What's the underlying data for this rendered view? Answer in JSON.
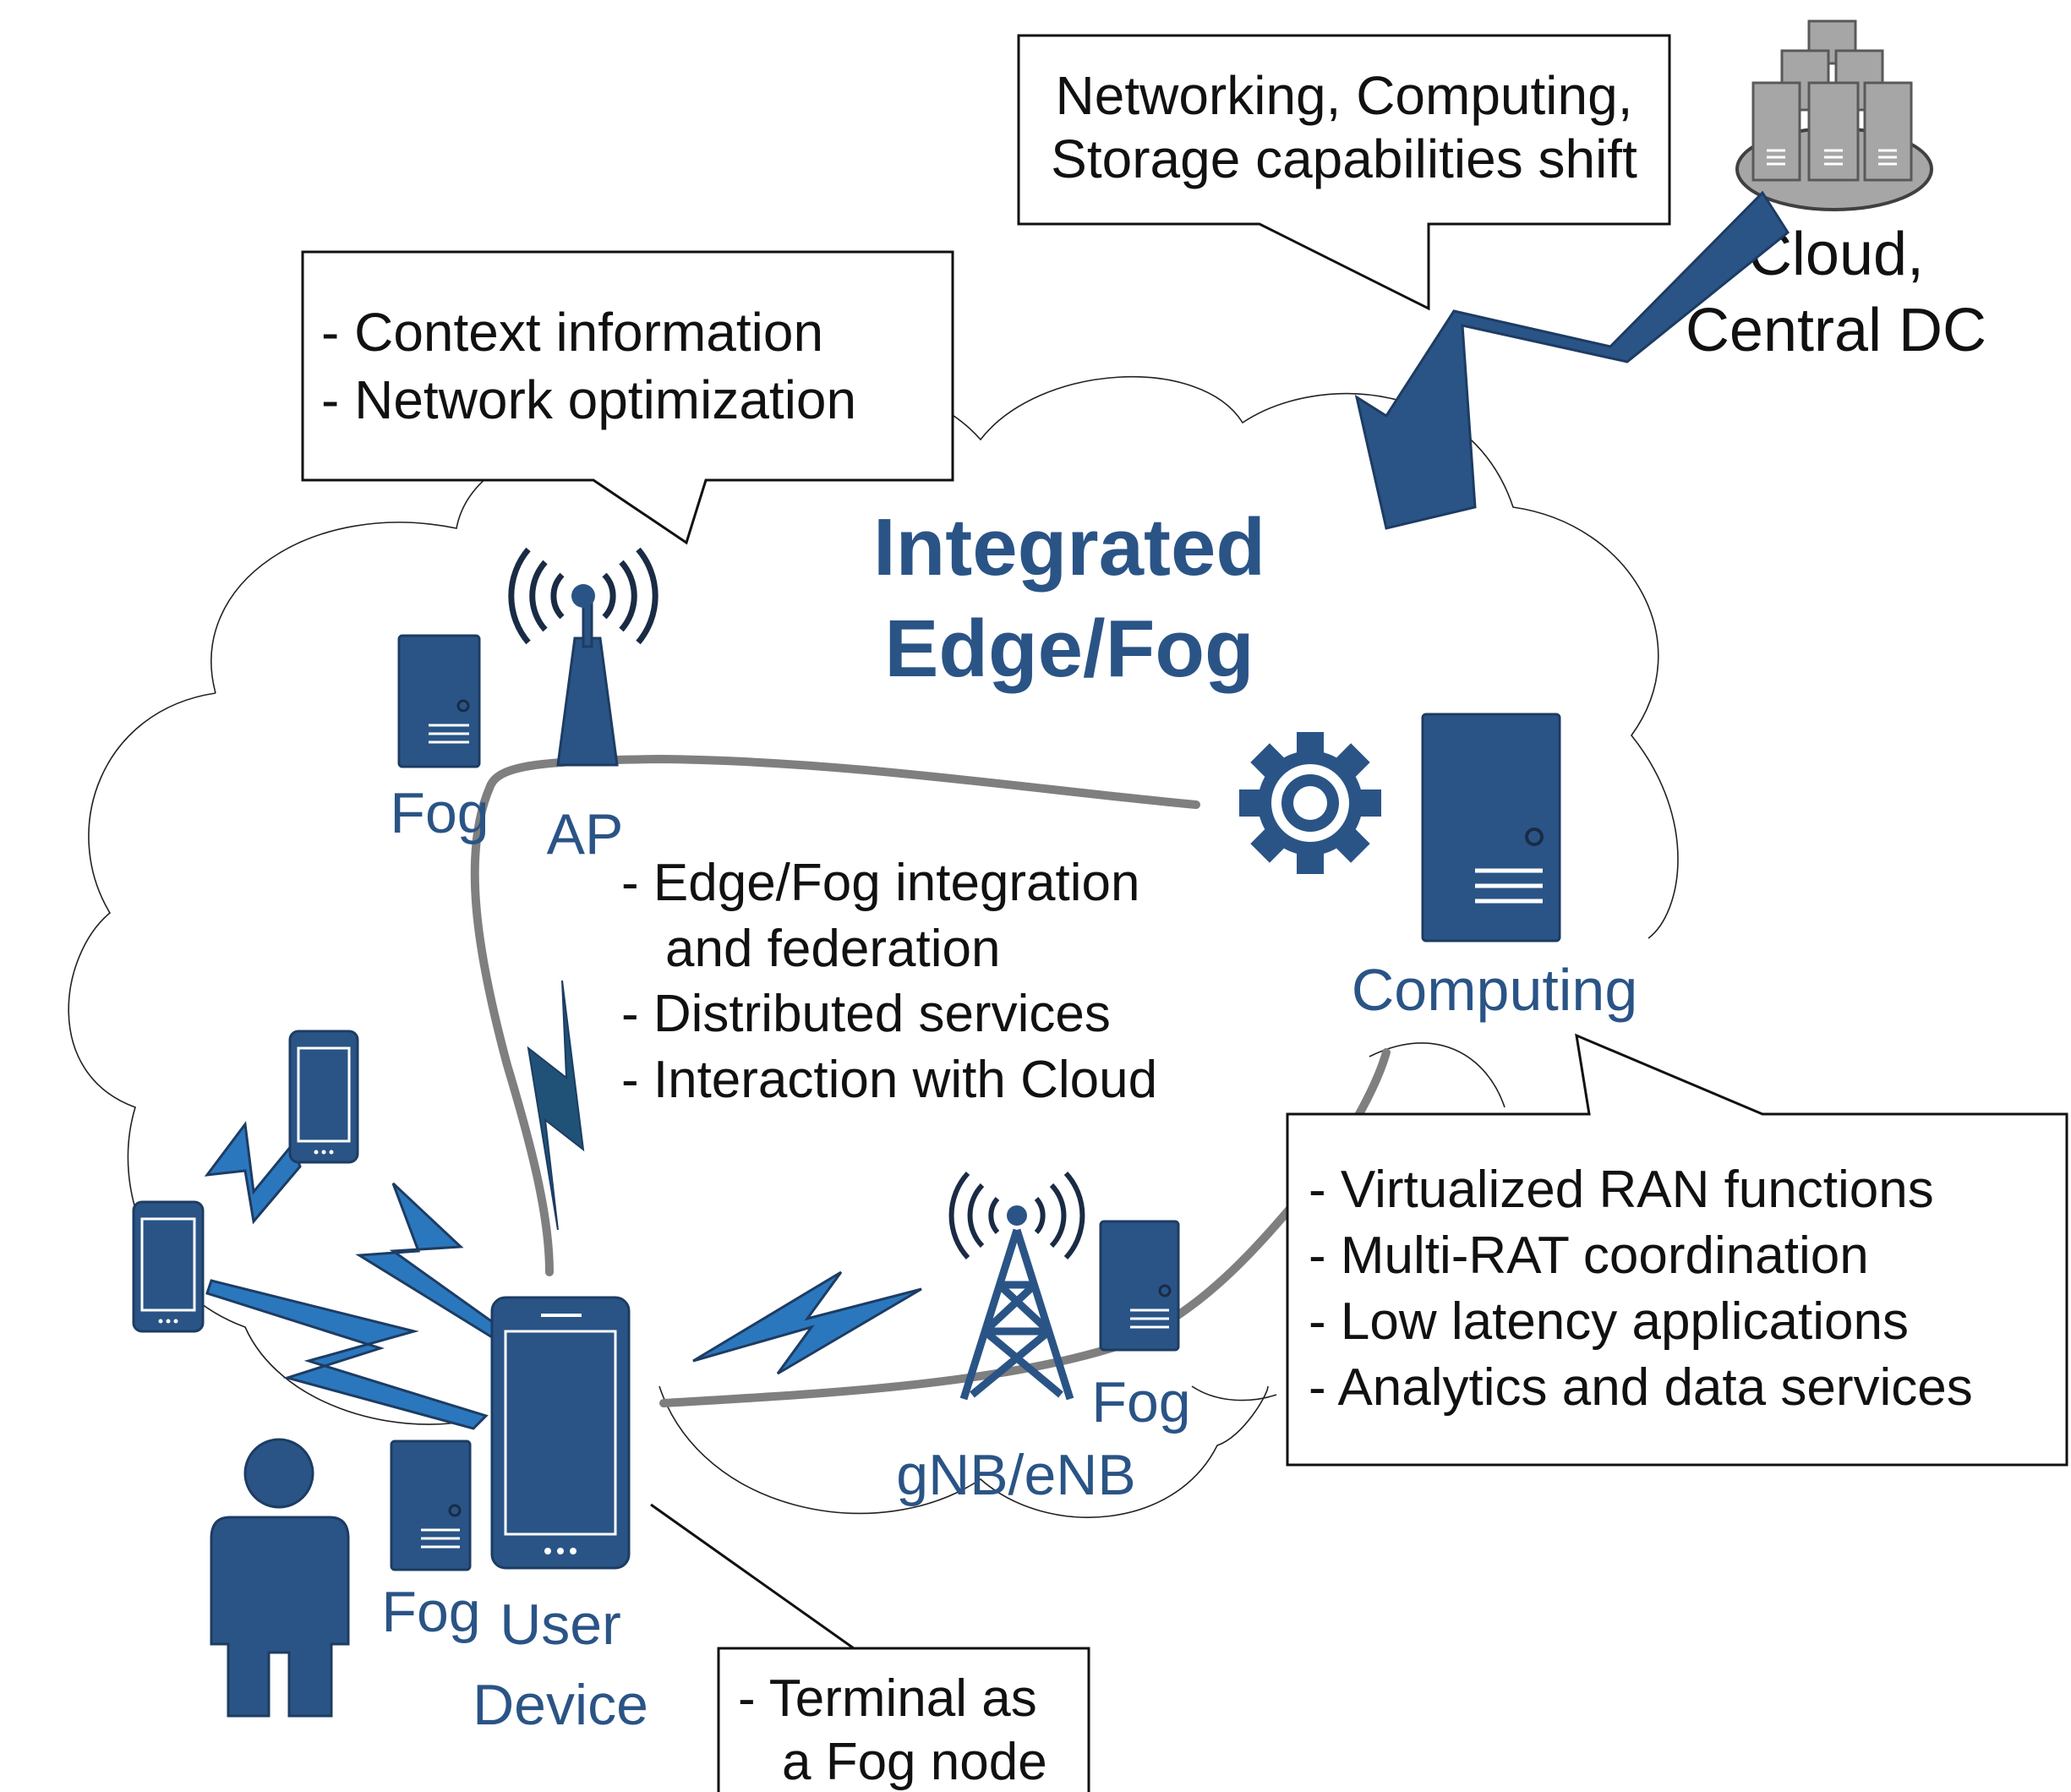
{
  "title": {
    "line1": "Integrated",
    "line2": "Edge/Fog"
  },
  "labels": {
    "fog_ap_server": "Fog",
    "ap": "AP",
    "computing": "Computing",
    "fog_gnb_server": "Fog",
    "gnb": "gNB/eNB",
    "fog_user_server": "Fog",
    "user_device_line1": "User",
    "user_device_line2": "Device",
    "cloud_line1": "Cloud,",
    "cloud_line2": "Central DC"
  },
  "callouts": {
    "capabilities": {
      "line1": "Networking, Computing,",
      "line2": "Storage capabilities shift"
    },
    "context": {
      "item1": "-  Context information",
      "item2": "-  Network optimization"
    },
    "integration": {
      "item1": "-  Edge/Fog integration",
      "item1b": "and federation",
      "item2": "-  Distributed services",
      "item3": "-  Interaction with Cloud"
    },
    "ran": {
      "item1": "-  Virtualized RAN functions",
      "item2": "-  Multi-RAT coordination",
      "item3": "-  Low latency applications",
      "item4": "-  Analytics and data services"
    },
    "terminal": {
      "item1": "-  Terminal as",
      "item1b": "a Fog node"
    }
  },
  "colors": {
    "accent_blue": "#2a5486",
    "bolt_blue": "#2b77bd",
    "link_grey": "#7f7f7f",
    "server_grey": "#a6a6a6"
  },
  "icons": [
    "server-icon",
    "antenna-icon",
    "gear-icon",
    "smartphone-icon",
    "cell-tower-icon",
    "person-icon",
    "lightning-bolt-icon",
    "datacenter-icon"
  ]
}
